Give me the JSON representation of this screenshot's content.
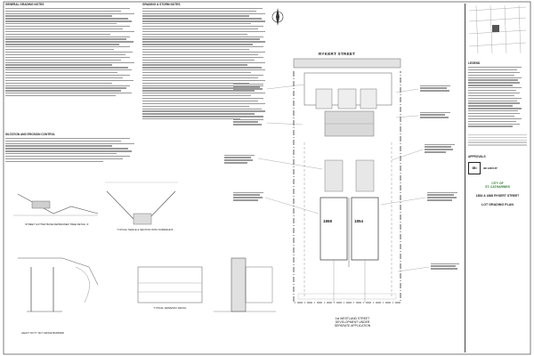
{
  "notes": {
    "general_heading": "GENERAL GRADING NOTES",
    "grading_heading": "GRADING & STORM NOTES",
    "erosion_heading": "SILTATION AND EROSION CONTROL"
  },
  "plan": {
    "street_name": "RYKERT STREET",
    "lot_left": "1868",
    "lot_right": "1854",
    "bottom_label": "1st WESTLAND STREET\nDEVELOPMENT UNDER\nSEPARATE APPLICATION"
  },
  "details": {
    "detail_a": "STREET GUTTER BASE DEPRESSED TREE DETAIL 'A'",
    "detail_b": "TYPICAL SWALE & SECTION WITH SUBDRAINS",
    "detail_c": "TYPICAL DRIVEWAY DETAIL",
    "detail_d": "HEAVY DUTY SILT FENCE BARRIER"
  },
  "title_block": {
    "legend_heading": "LEGEND",
    "approvals": "APPROVALS",
    "firm_logo": "IBI",
    "firm_name": "IBI GROUP",
    "city": "CITY OF\nST. CATHARINES",
    "project": "1854 & 1868 RYKERT STREET",
    "sheet_title": "LOT GRADING PLAN"
  },
  "colors": {
    "line": "#555555",
    "road": "#dedede",
    "accent": "#2e7d32"
  }
}
